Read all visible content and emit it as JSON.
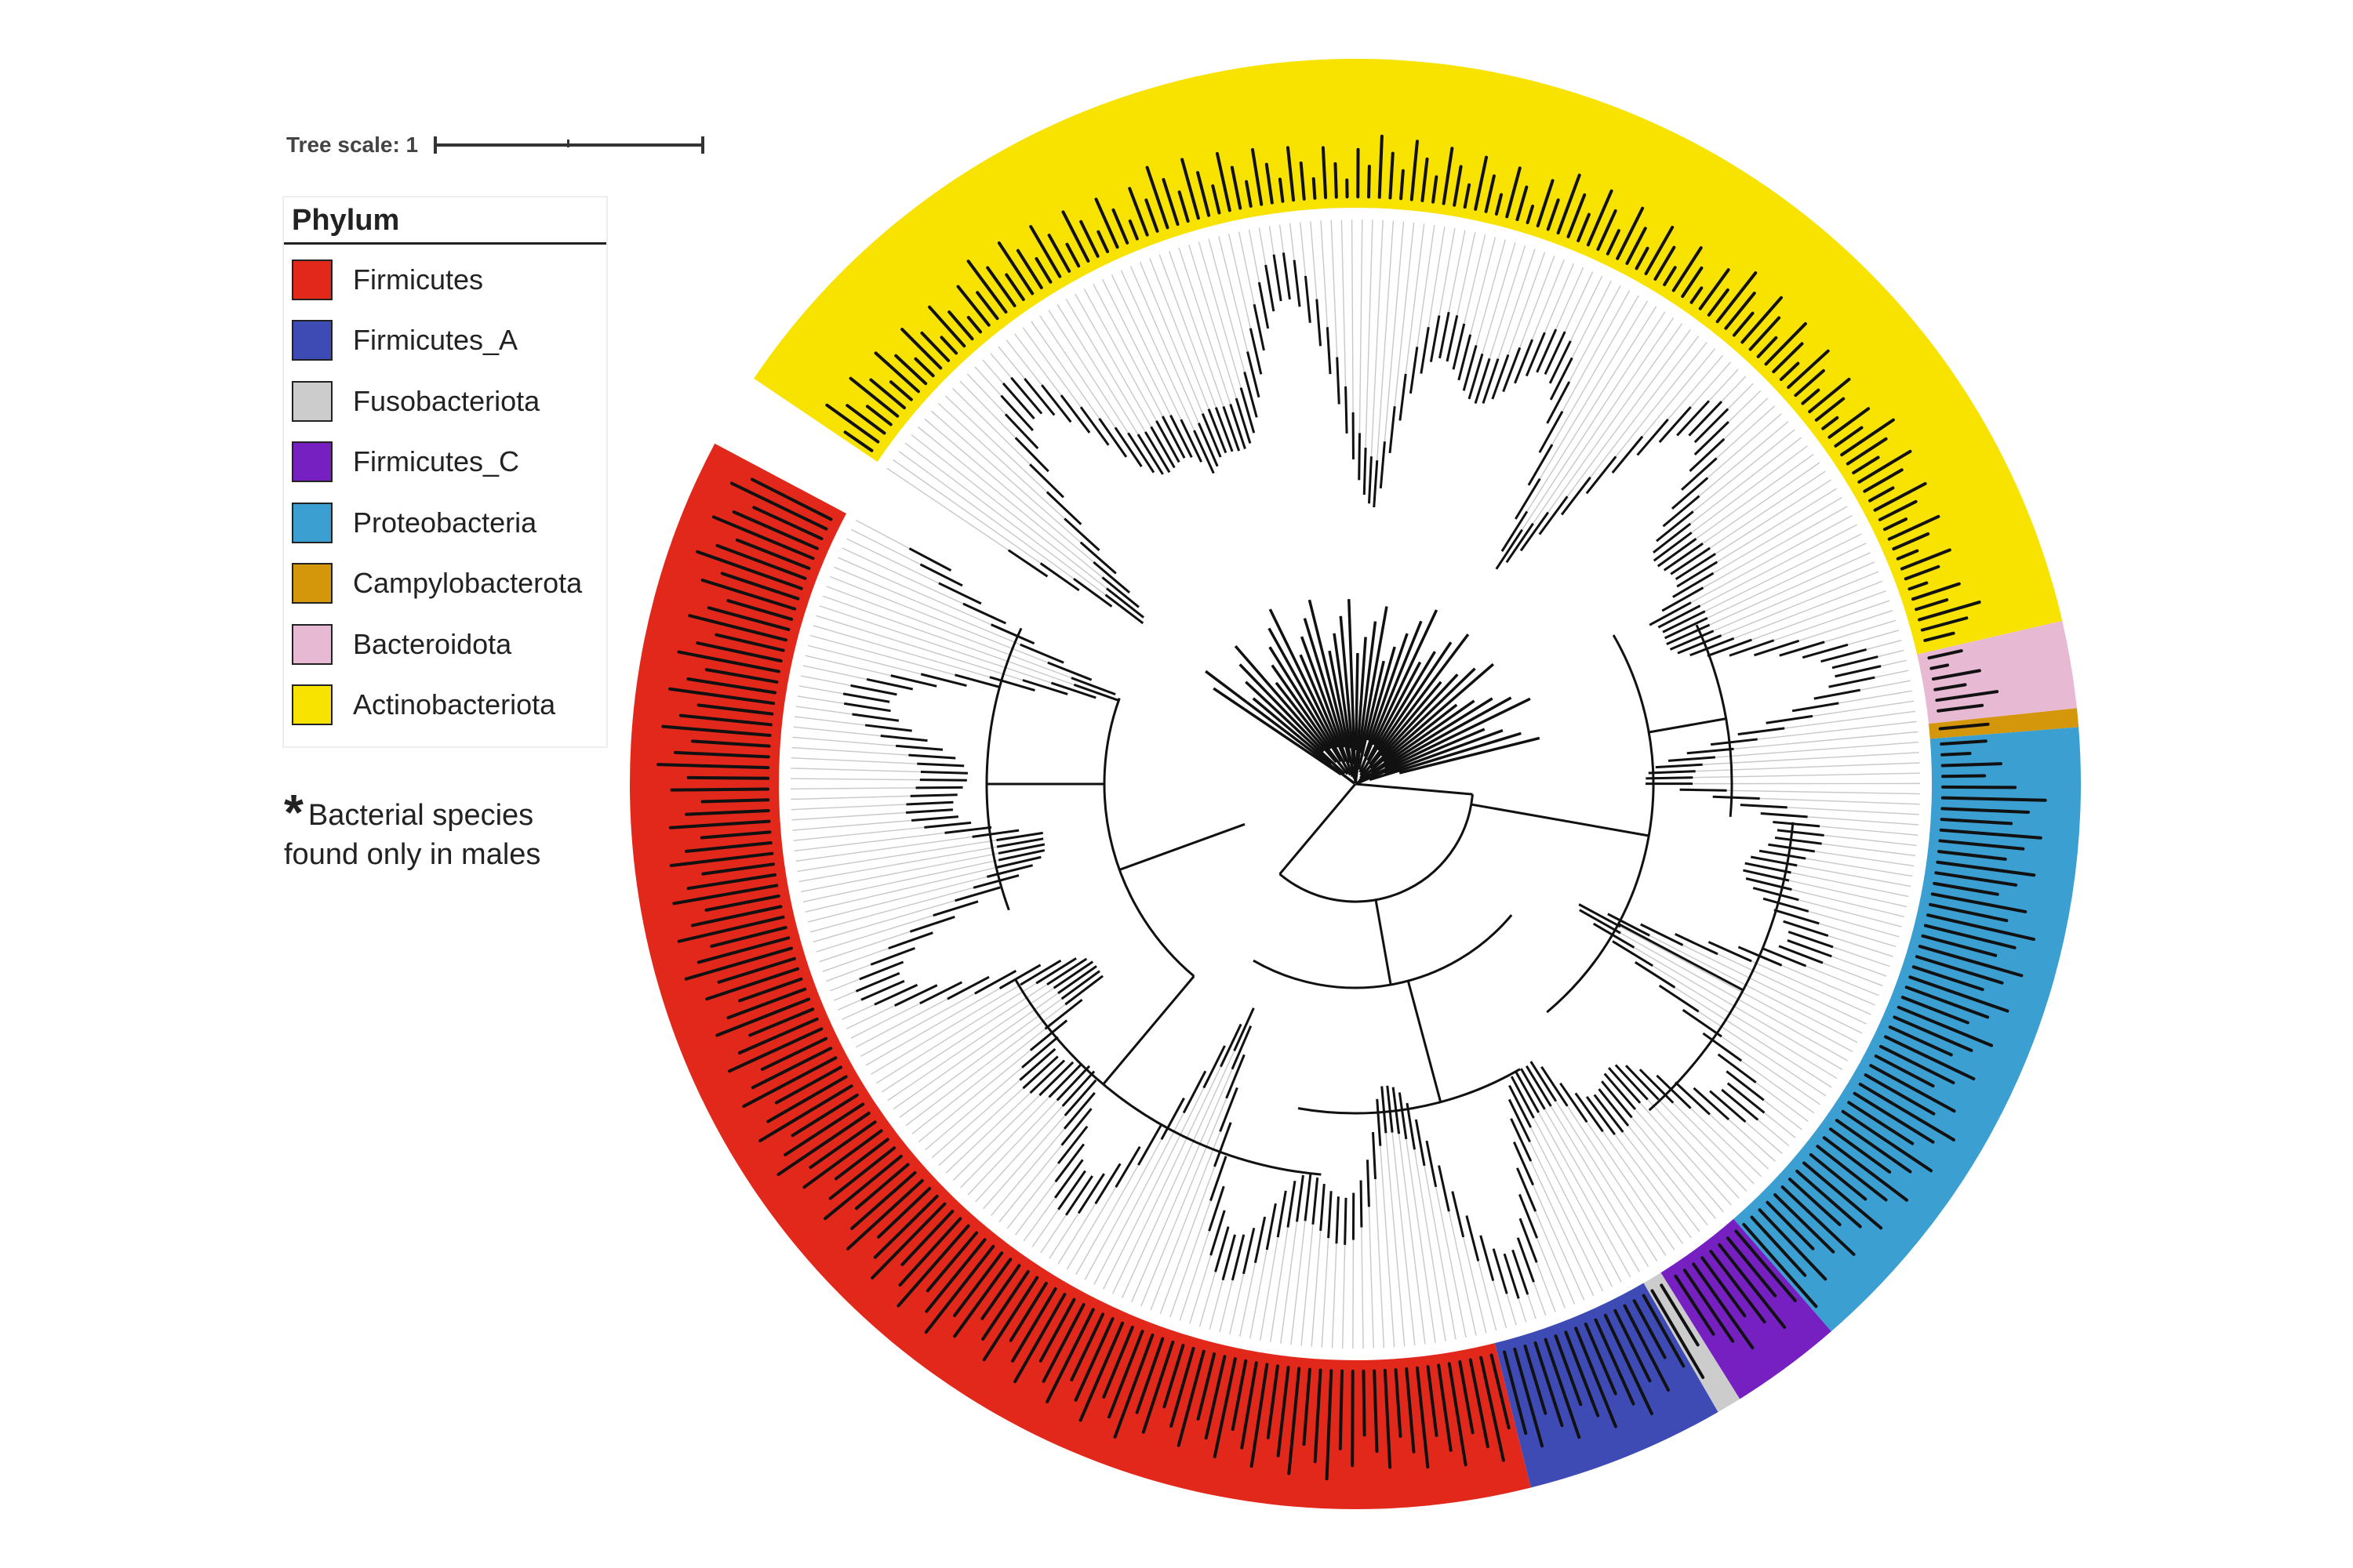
{
  "tree_scale": {
    "label": "Tree scale: 1"
  },
  "legend": {
    "title": "Phylum",
    "items": [
      {
        "label": "Firmicutes",
        "color": "#E2281B"
      },
      {
        "label": "Firmicutes_A",
        "color": "#3F4BB5"
      },
      {
        "label": "Fusobacteriota",
        "color": "#CCCCCC"
      },
      {
        "label": "Firmicutes_C",
        "color": "#7620C2"
      },
      {
        "label": "Proteobacteria",
        "color": "#3B9FD2"
      },
      {
        "label": "Campylobacterota",
        "color": "#D4960B"
      },
      {
        "label": "Bacteroidota",
        "color": "#E7B9D3"
      },
      {
        "label": "Actinobacteriota",
        "color": "#F8E200"
      }
    ]
  },
  "footnote": {
    "symbol": "*",
    "line1": "Bacterial species",
    "line2": "found only in males"
  }
}
